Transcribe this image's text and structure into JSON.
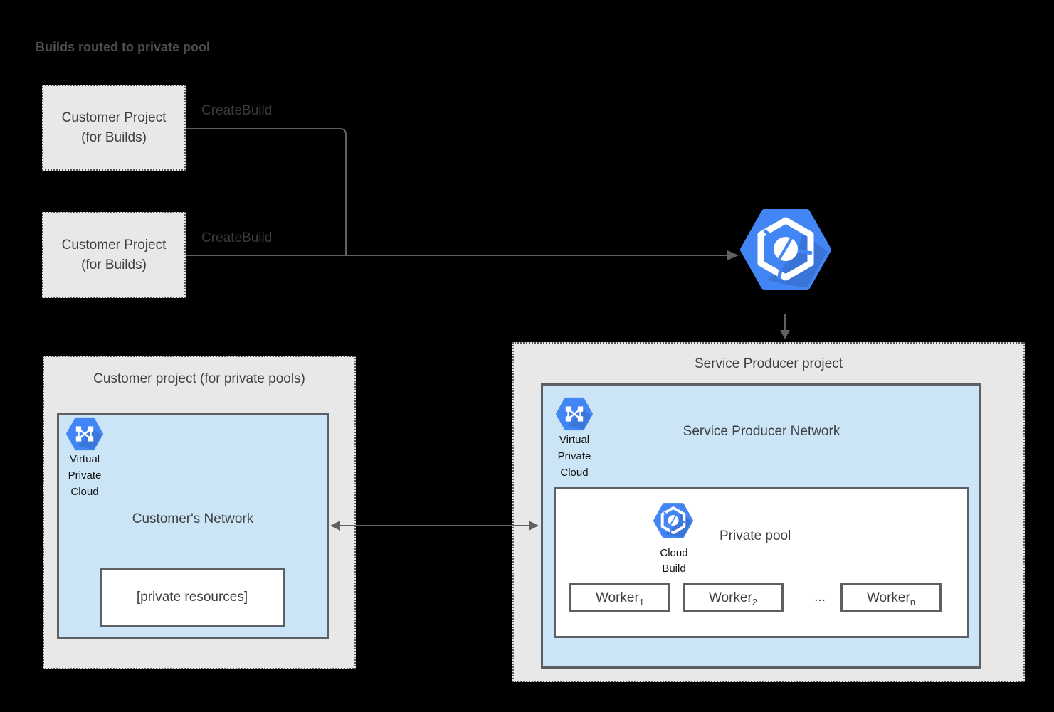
{
  "diagram_title": "Builds routed to private pool",
  "colors": {
    "background": "#000000",
    "project_box_fill": "#e8e8e8",
    "network_fill": "#cbe4f6",
    "solid_border": "#5c5f63",
    "line": "#616161",
    "google_blue": "#4285f4",
    "text": "#3c4043"
  },
  "build_projects": [
    {
      "line1": "Customer Project",
      "line2": "(for Builds)",
      "edge_label": "CreateBuild"
    },
    {
      "line1": "Customer Project",
      "line2": "(for Builds)",
      "edge_label": "CreateBuild"
    }
  ],
  "customer_pool_project": {
    "title": "Customer project (for private pools)",
    "vpc_label": [
      "Virtual",
      "Private",
      "Cloud"
    ],
    "network_title": "Customer's Network",
    "private_resources_label": "[private resources]"
  },
  "service_producer_project": {
    "title": "Service Producer project",
    "vpc_label": [
      "Virtual",
      "Private",
      "Cloud"
    ],
    "network_title": "Service Producer Network",
    "private_pool": {
      "title": "Private pool",
      "icon_label": [
        "Cloud",
        "Build"
      ],
      "workers": [
        {
          "base": "Worker",
          "sub": "1"
        },
        {
          "base": "Worker",
          "sub": "2"
        },
        {
          "base": "Worker",
          "sub": "n"
        }
      ],
      "ellipsis": "..."
    }
  }
}
